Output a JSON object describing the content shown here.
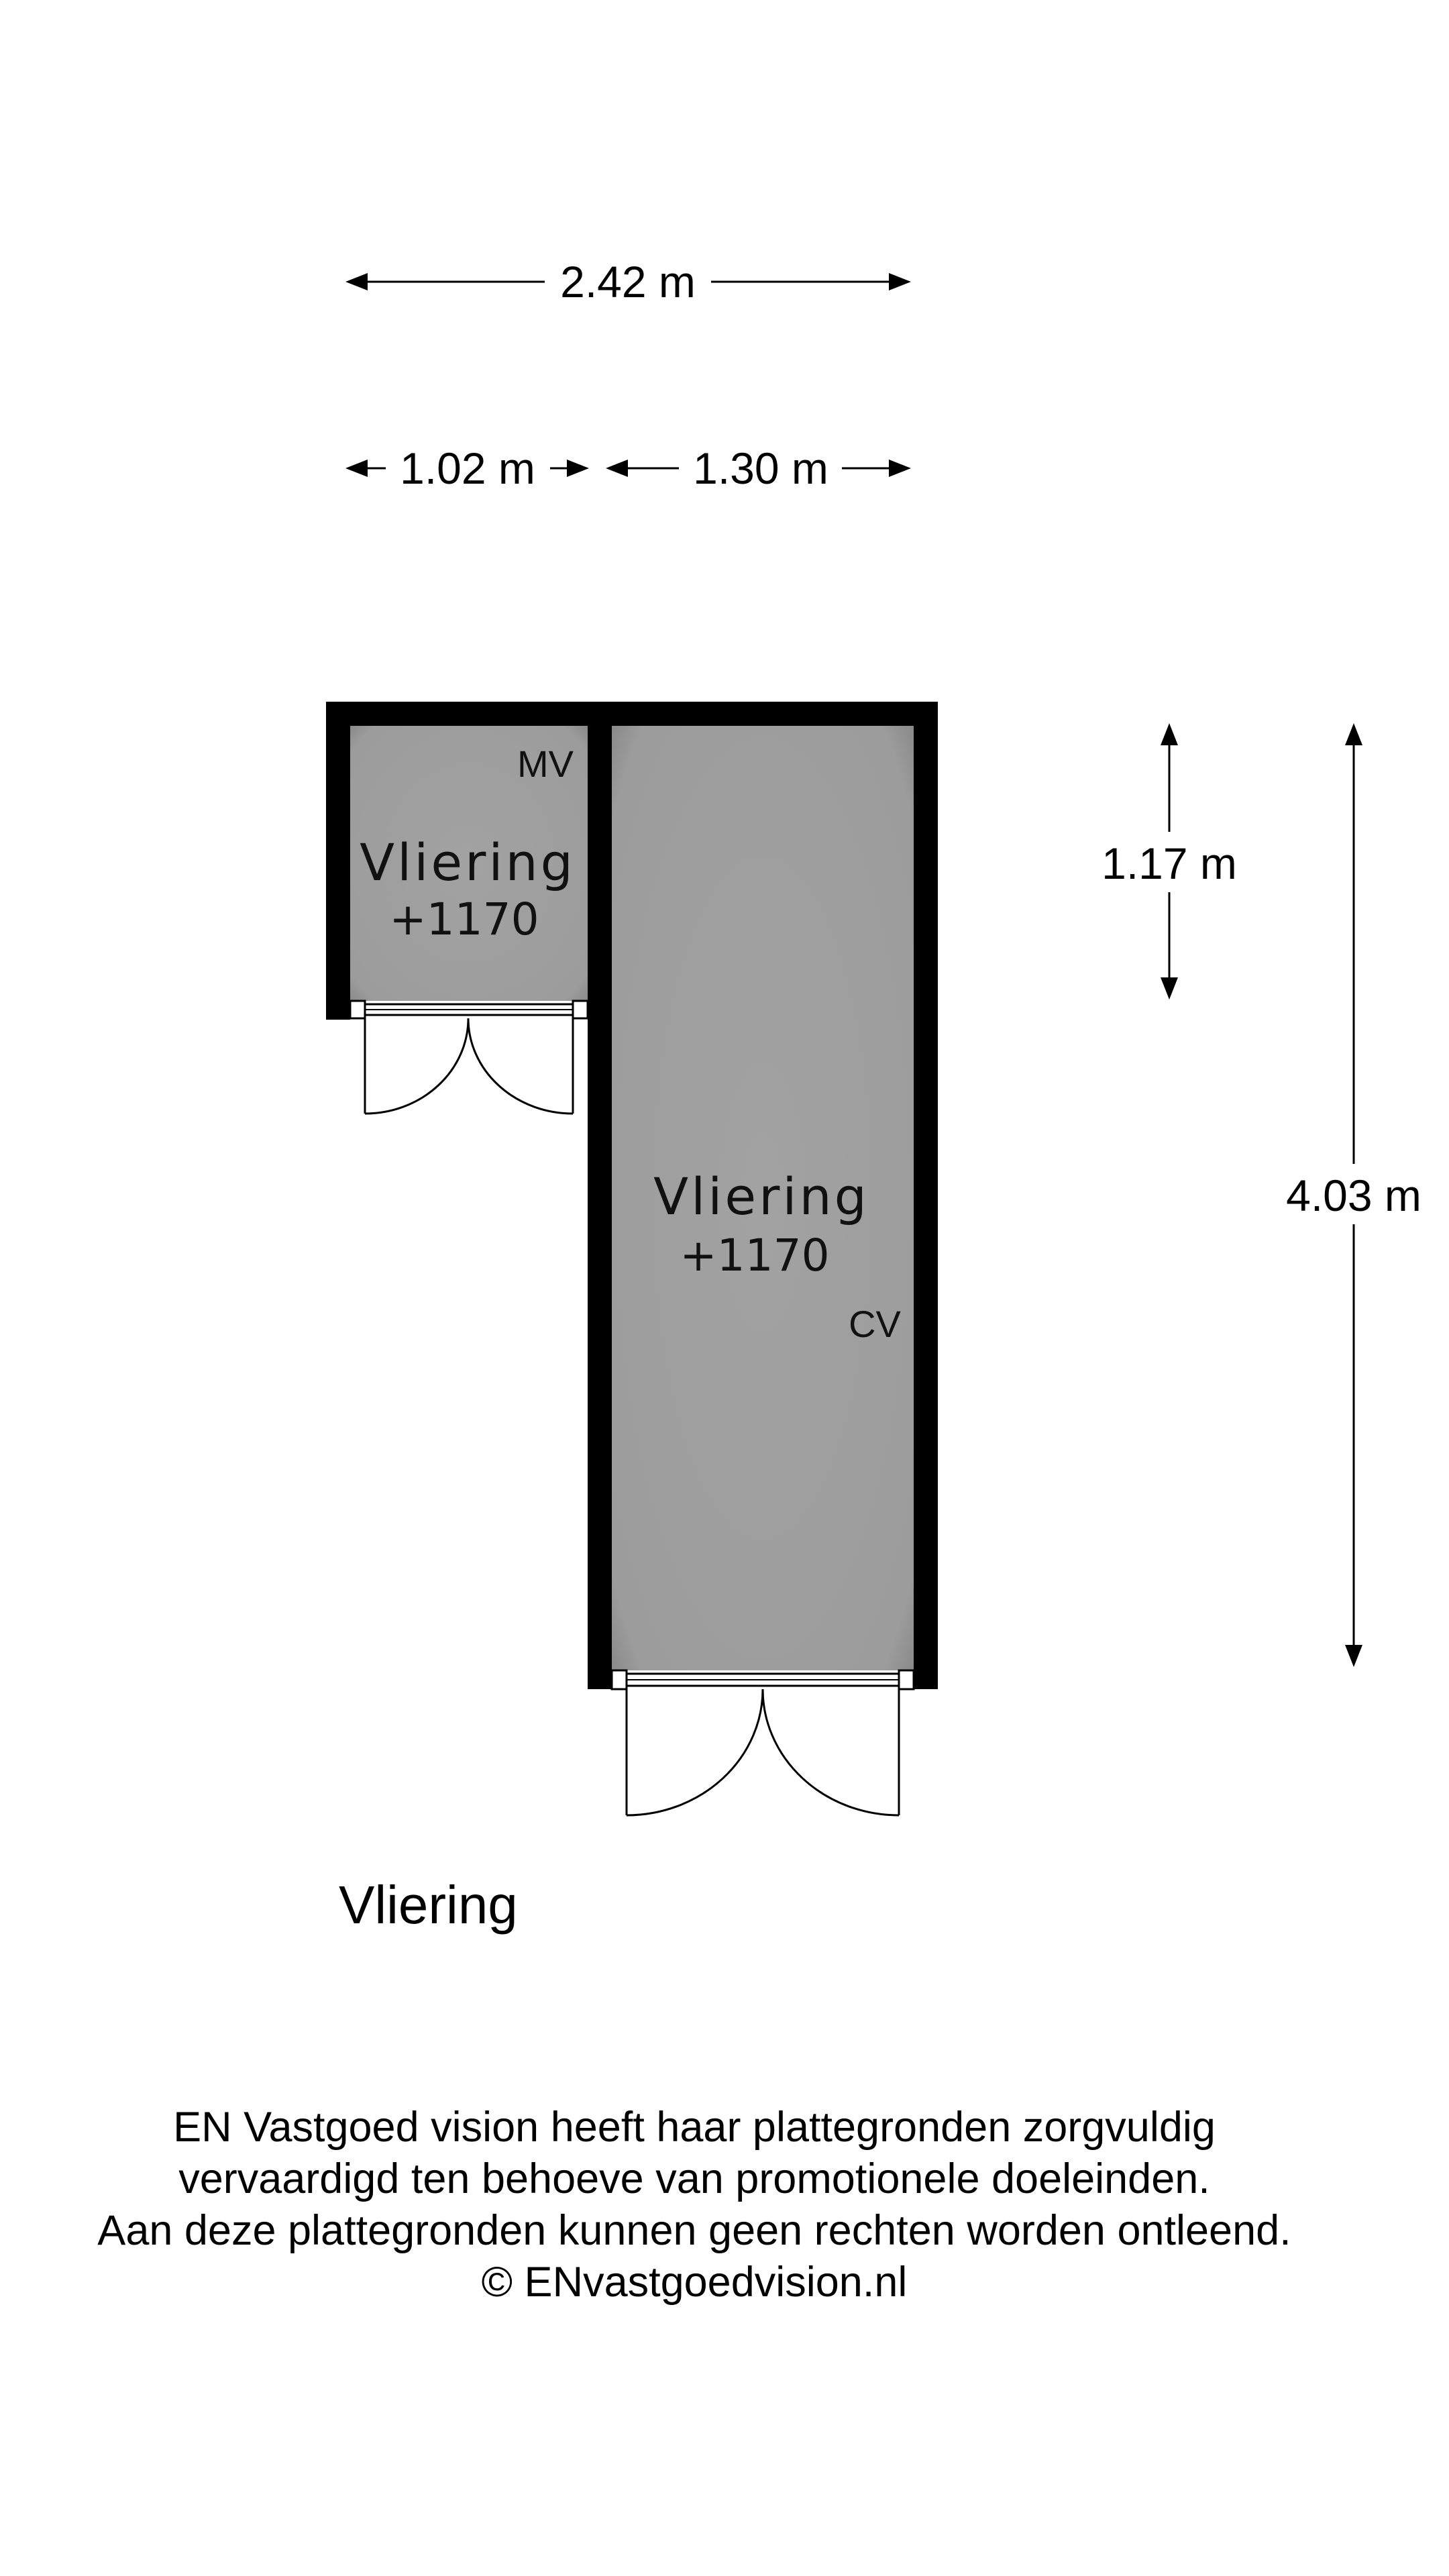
{
  "dimensions": {
    "total_width": "2.42 m",
    "left_room_width": "1.02 m",
    "right_room_width": "1.30 m",
    "left_room_depth": "1.17 m",
    "total_depth": "4.03 m"
  },
  "rooms": [
    {
      "name": "Vliering",
      "level": "+1170",
      "code": "MV"
    },
    {
      "name": "Vliering",
      "level": "+1170",
      "code": "CV"
    }
  ],
  "floor_title": "Vliering",
  "disclaimer": [
    "EN Vastgoed vision heeft haar plattegronden zorgvuldig",
    "vervaardigd ten behoeve van promotionele doeleinden.",
    "Aan deze plattegronden kunnen geen rechten worden ontleend.",
    "© ENvastgoedvision.nl"
  ]
}
